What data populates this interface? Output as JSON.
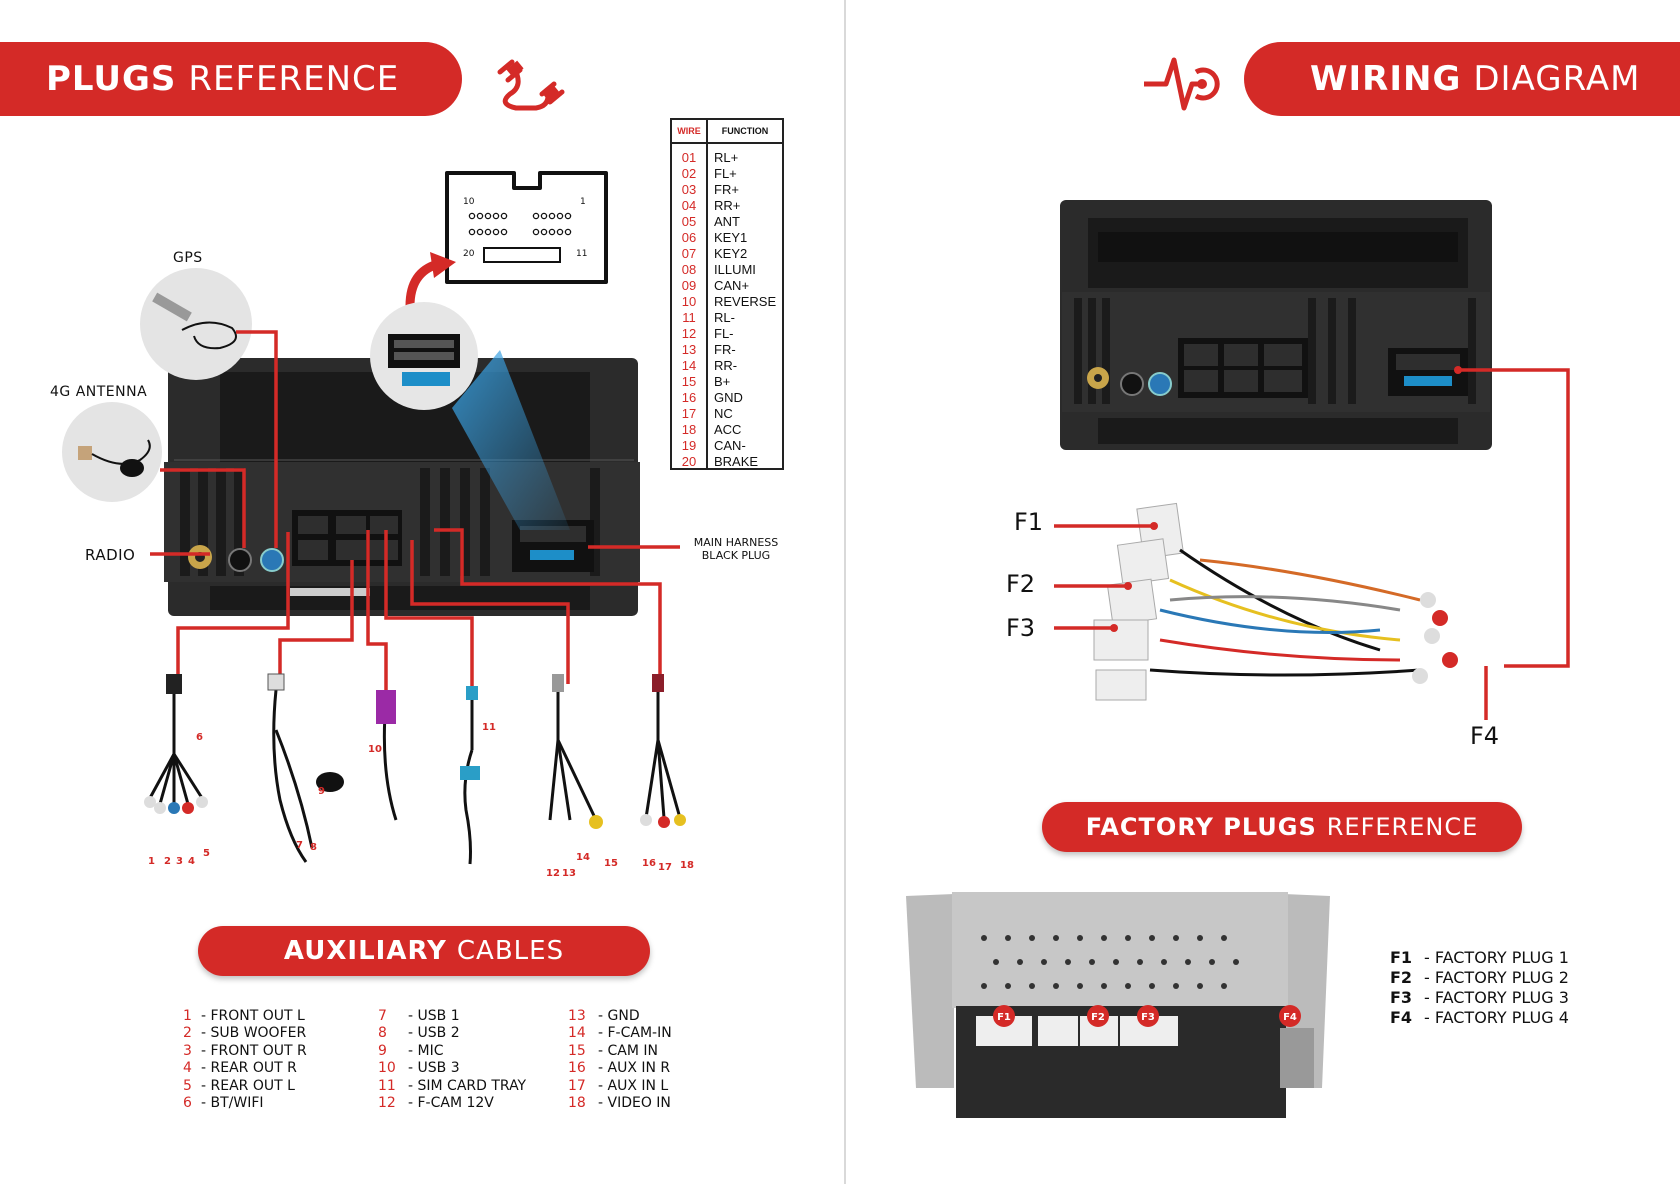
{
  "headers": {
    "plugs_bold": "PLUGS",
    "plugs_rest": "REFERENCE",
    "wiring_bold": "WIRING",
    "wiring_rest": "DIAGRAM",
    "aux_bold": "AUXILIARY",
    "aux_rest": "CABLES",
    "factory_bold": "FACTORY PLUGS",
    "factory_rest": "REFERENCE"
  },
  "wire_table": {
    "col_wire": "WIRE",
    "col_function": "FUNCTION",
    "rows": [
      {
        "wire": "01",
        "function": "RL+"
      },
      {
        "wire": "02",
        "function": "FL+"
      },
      {
        "wire": "03",
        "function": "FR+"
      },
      {
        "wire": "04",
        "function": "RR+"
      },
      {
        "wire": "05",
        "function": "ANT"
      },
      {
        "wire": "06",
        "function": "KEY1"
      },
      {
        "wire": "07",
        "function": "KEY2"
      },
      {
        "wire": "08",
        "function": "ILLUMI"
      },
      {
        "wire": "09",
        "function": "CAN+"
      },
      {
        "wire": "10",
        "function": "REVERSE"
      },
      {
        "wire": "11",
        "function": "RL-"
      },
      {
        "wire": "12",
        "function": "FL-"
      },
      {
        "wire": "13",
        "function": "FR-"
      },
      {
        "wire": "14",
        "function": "RR-"
      },
      {
        "wire": "15",
        "function": "B+"
      },
      {
        "wire": "16",
        "function": "GND"
      },
      {
        "wire": "17",
        "function": "NC"
      },
      {
        "wire": "18",
        "function": "ACC"
      },
      {
        "wire": "19",
        "function": "CAN-"
      },
      {
        "wire": "20",
        "function": "BRAKE"
      }
    ]
  },
  "connector_pins": {
    "top_left": "10",
    "top_right": "1",
    "bottom_left": "20",
    "bottom_right": "11"
  },
  "labels": {
    "gps": "GPS",
    "antenna": "4G ANTENNA",
    "radio": "RADIO",
    "main_harness_1": "MAIN HARNESS",
    "main_harness_2": "BLACK PLUG"
  },
  "cable_numbers": [
    "1",
    "2",
    "3",
    "4",
    "5",
    "6",
    "7",
    "8",
    "9",
    "10",
    "11",
    "12",
    "13",
    "14",
    "15",
    "16",
    "17",
    "18"
  ],
  "factory_labels": {
    "f1": "F1",
    "f2": "F2",
    "f3": "F3",
    "f4": "F4"
  },
  "aux_legend": [
    [
      {
        "n": "1",
        "text": "- FRONT OUT L"
      },
      {
        "n": "2",
        "text": "- SUB WOOFER"
      },
      {
        "n": "3",
        "text": "- FRONT OUT R"
      },
      {
        "n": "4",
        "text": "- REAR OUT R"
      },
      {
        "n": "5",
        "text": "- REAR OUT L"
      },
      {
        "n": "6",
        "text": "- BT/WIFI"
      }
    ],
    [
      {
        "n": "7",
        "text": "- USB 1"
      },
      {
        "n": "8",
        "text": "- USB 2"
      },
      {
        "n": "9",
        "text": "- MIC"
      },
      {
        "n": "10",
        "text": "- USB 3"
      },
      {
        "n": "11",
        "text": "- SIM CARD TRAY"
      },
      {
        "n": "12",
        "text": "- F-CAM 12V"
      }
    ],
    [
      {
        "n": "13",
        "text": "- GND"
      },
      {
        "n": "14",
        "text": "- F-CAM-IN"
      },
      {
        "n": "15",
        "text": "- CAM IN"
      },
      {
        "n": "16",
        "text": "- AUX IN R"
      },
      {
        "n": "17",
        "text": "- AUX IN L"
      },
      {
        "n": "18",
        "text": "- VIDEO IN"
      }
    ]
  ],
  "factory_legend": [
    {
      "n": "F1",
      "text": "- FACTORY PLUG 1"
    },
    {
      "n": "F2",
      "text": "- FACTORY PLUG 2"
    },
    {
      "n": "F3",
      "text": "- FACTORY PLUG 3"
    },
    {
      "n": "F4",
      "text": "- FACTORY PLUG 4"
    }
  ],
  "colors": {
    "accent": "#d42a27",
    "unit": "#2b2b2b"
  }
}
